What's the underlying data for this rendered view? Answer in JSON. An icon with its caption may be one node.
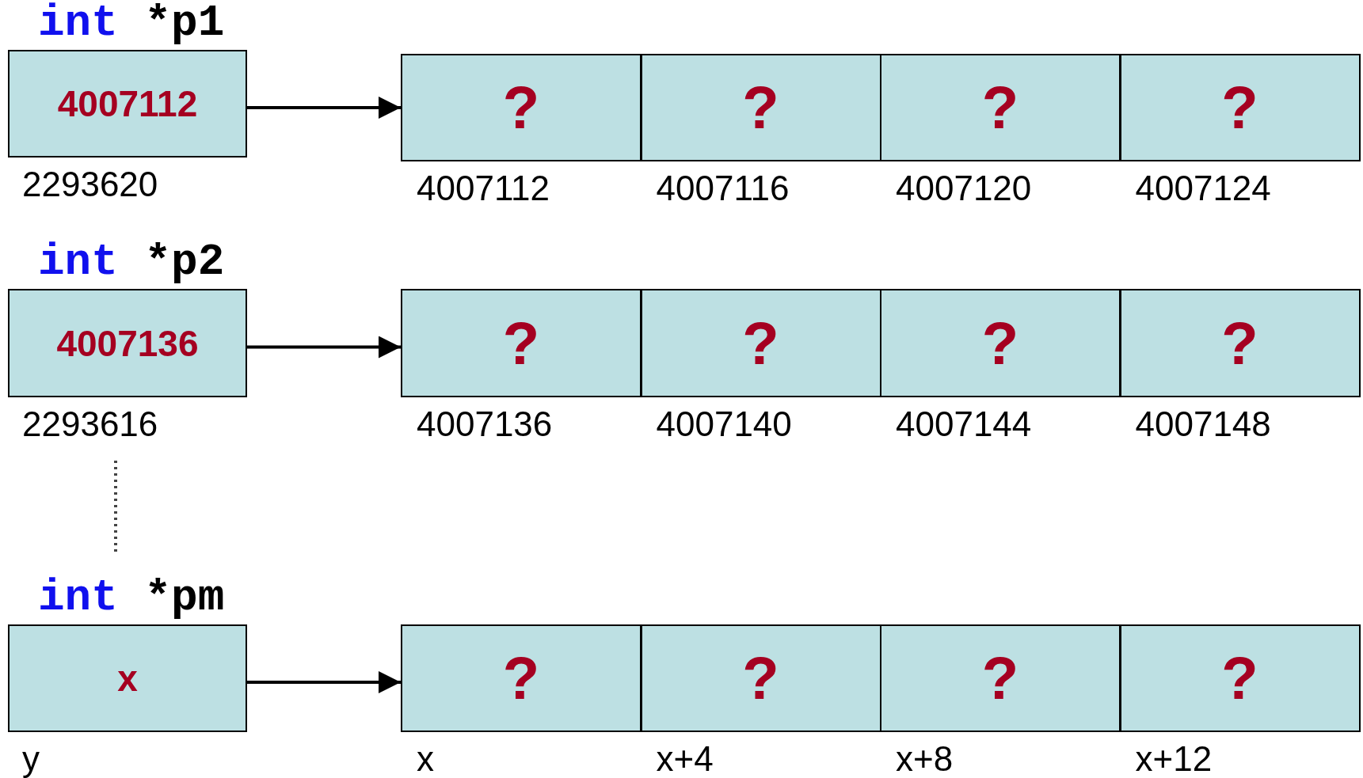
{
  "diagram": {
    "nodes": [
      {
        "text": [
          "int *p1",
          "4007112"
        ],
        "beside": [
          "2293620"
        ]
      },
      {
        "text": [
          "?"
        ],
        "beside": [
          "4007112"
        ]
      },
      {
        "text": [
          "?"
        ],
        "beside": [
          "4007116"
        ]
      },
      {
        "text": [
          "?"
        ],
        "beside": [
          "4007120"
        ]
      },
      {
        "text": [
          "?"
        ],
        "beside": [
          "4007124"
        ]
      },
      {
        "text": [
          "int *p2",
          "4007136"
        ],
        "beside": [
          "2293616"
        ]
      },
      {
        "text": [
          "?"
        ],
        "beside": [
          "4007136"
        ]
      },
      {
        "text": [
          "?"
        ],
        "beside": [
          "4007140"
        ]
      },
      {
        "text": [
          "?"
        ],
        "beside": [
          "4007144"
        ]
      },
      {
        "text": [
          "?"
        ],
        "beside": [
          "4007148"
        ]
      },
      {
        "text": [
          "int *pm",
          "x"
        ],
        "beside": [
          "y"
        ]
      },
      {
        "text": [
          "?"
        ],
        "beside": [
          "x"
        ]
      },
      {
        "text": [
          "?"
        ],
        "beside": [
          "x+4"
        ]
      },
      {
        "text": [
          "?"
        ],
        "beside": [
          "x+8"
        ]
      },
      {
        "text": [
          "?"
        ],
        "beside": [
          "x+12"
        ]
      }
    ],
    "edges": [
      {
        "from": 0,
        "to": 1,
        "arrow": "to"
      },
      {
        "from": 5,
        "to": 6,
        "arrow": "to"
      },
      {
        "from": 10,
        "to": 11,
        "arrow": "to"
      }
    ]
  }
}
